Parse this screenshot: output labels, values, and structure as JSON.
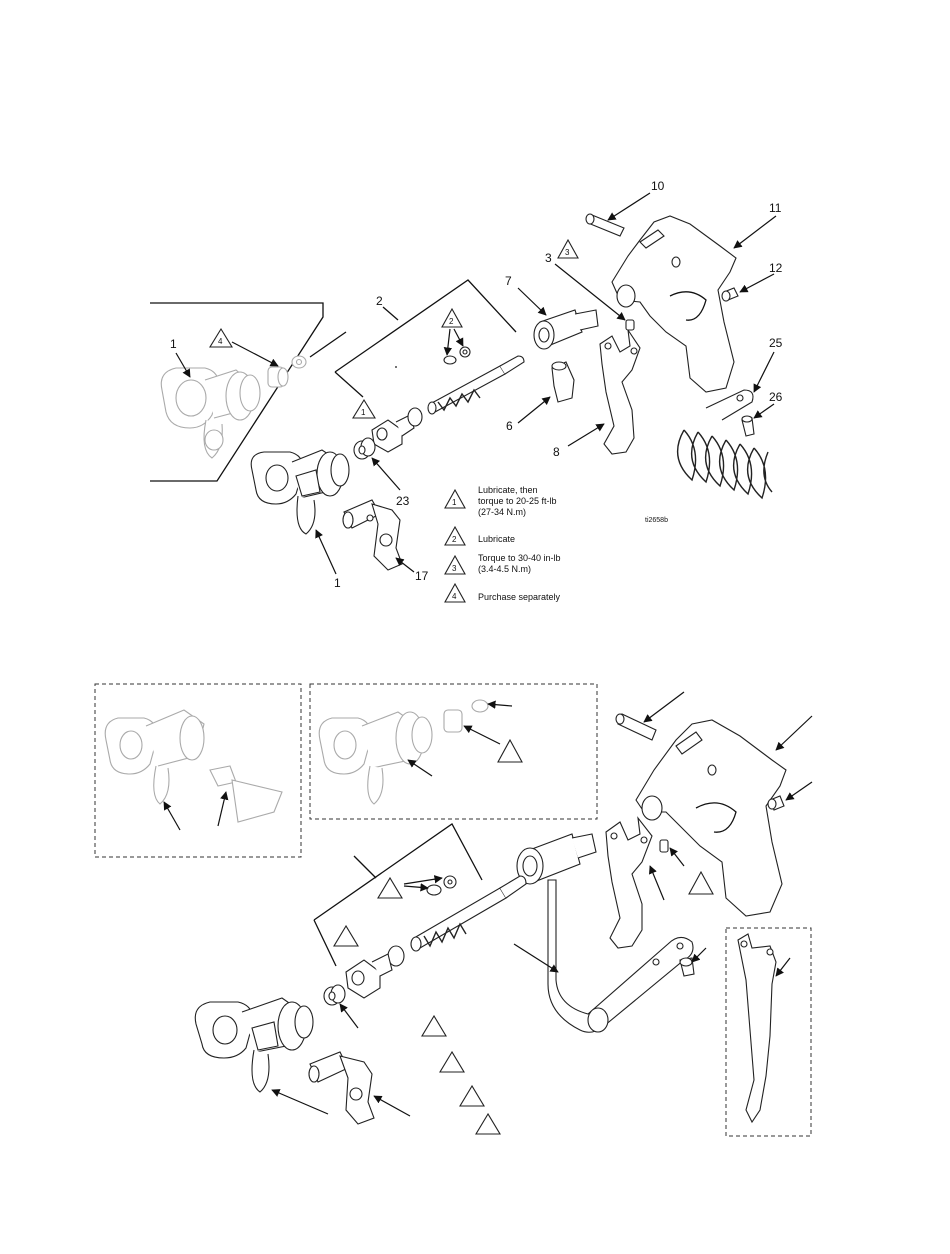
{
  "figure_id": "ti2658b",
  "callouts": {
    "c1a": "1",
    "c4": "4",
    "c2": "2",
    "c2t": "2",
    "c1t": "1",
    "c7": "7",
    "c3": "3",
    "c3t": "3",
    "c10": "10",
    "c11": "11",
    "c12": "12",
    "c6": "6",
    "c8": "8",
    "c25": "25",
    "c26": "26",
    "c23": "23",
    "c1b": "1",
    "c17": "17"
  },
  "legend": [
    {
      "symbol": "1",
      "lines": [
        "Lubricate, then",
        "torque to 20-25 ft-lb",
        "(27-34 N.m)"
      ]
    },
    {
      "symbol": "2",
      "lines": [
        "Lubricate"
      ]
    },
    {
      "symbol": "3",
      "lines": [
        "Torque to 30-40 in-lb",
        "(3.4-4.5 N.m)"
      ]
    },
    {
      "symbol": "4",
      "lines": [
        "Purchase separately"
      ]
    }
  ]
}
